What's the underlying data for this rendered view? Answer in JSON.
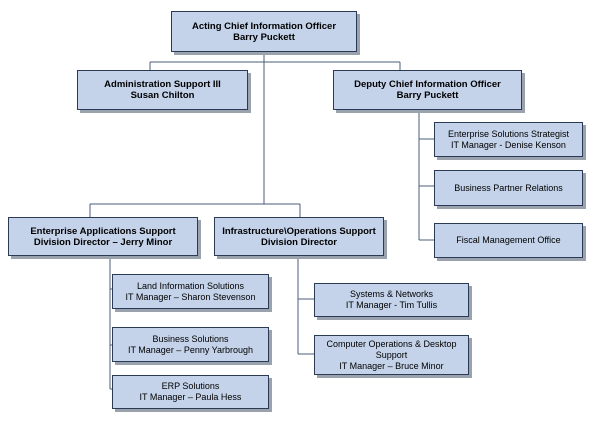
{
  "org_chart": {
    "cio": {
      "title": "Acting Chief Information Officer",
      "name": "Barry Puckett"
    },
    "admin": {
      "title": "Administration Support III",
      "name": "Susan Chilton"
    },
    "deputy": {
      "title": "Deputy Chief Information Officer",
      "name": "Barry Puckett"
    },
    "enterprise_solutions": {
      "title": "Enterprise Solutions Strategist",
      "name": "IT Manager  - Denise Kenson"
    },
    "business_partner": {
      "title": "Business Partner Relations"
    },
    "fiscal": {
      "title": "Fiscal Management Office"
    },
    "eas": {
      "title": "Enterprise Applications Support",
      "name": "Division Director – Jerry Minor"
    },
    "infra": {
      "title": "Infrastructure\\Operations Support",
      "name": "Division Director"
    },
    "land_info": {
      "title": "Land Information Solutions",
      "name": "IT Manager – Sharon Stevenson"
    },
    "business_solutions": {
      "title": "Business Solutions",
      "name": "IT Manager – Penny Yarbrough"
    },
    "erp": {
      "title": "ERP Solutions",
      "name": "IT Manager – Paula Hess"
    },
    "systems": {
      "title": "Systems & Networks",
      "name": "IT Manager - Tim Tullis"
    },
    "comp_ops": {
      "title": "Computer Operations & Desktop",
      "title2": "Support",
      "name": "IT Manager – Bruce Minor"
    }
  },
  "colors": {
    "box_fill": "#c4d3ea",
    "box_border": "#2b3a55",
    "shadow": "#9aa3ad",
    "line": "#4a5c7a"
  }
}
